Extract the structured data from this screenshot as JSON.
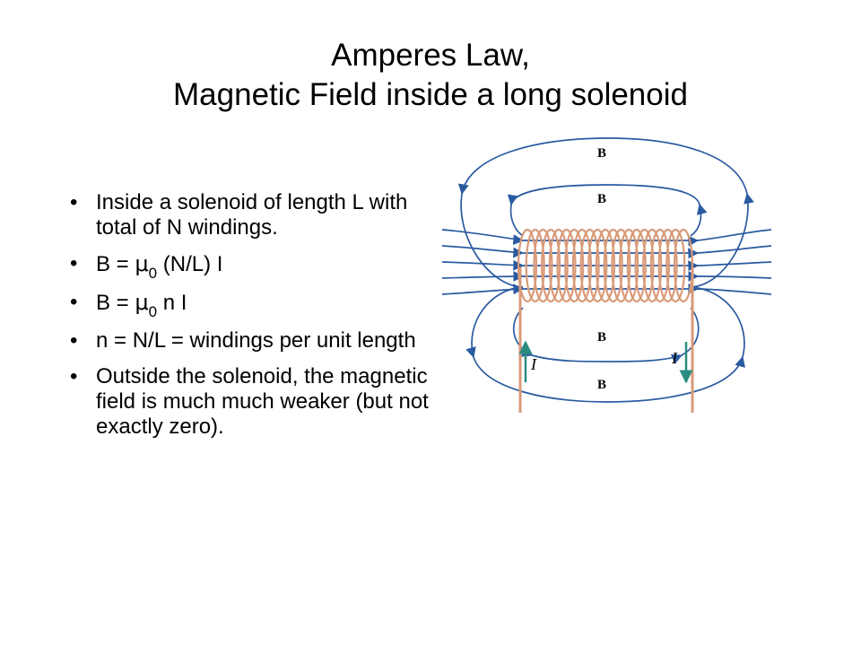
{
  "title": {
    "line1": "Amperes Law,",
    "line2": "Magnetic Field inside a long solenoid"
  },
  "bullets": [
    {
      "text": "Inside a solenoid of length L with total of N windings."
    },
    {
      "prefix": "B = ",
      "mu": "μ",
      "sub": "0",
      "suffix": " (N/L) I"
    },
    {
      "prefix": "B = ",
      "mu": "μ",
      "sub": "0",
      "suffix": " n I"
    },
    {
      "text": "n = N/L = windings per unit length"
    },
    {
      "text": "Outside the solenoid, the magnetic field is much much weaker (but not exactly zero)."
    }
  ],
  "bullet_glyph": "•",
  "diagram": {
    "field_label": "B",
    "current_label": "I",
    "colors": {
      "field_lines": "#2a5aa0",
      "coil": "#d99a78",
      "current_arrow": "#2a8c80"
    }
  }
}
